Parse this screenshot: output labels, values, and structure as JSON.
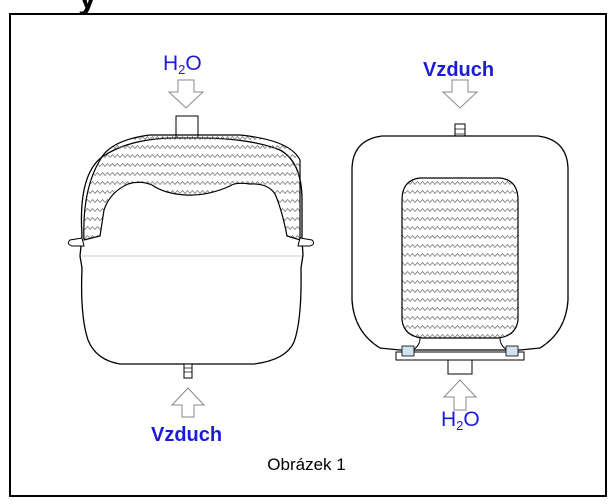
{
  "header_fragment": "y",
  "left_vessel": {
    "top_label": {
      "main": "H",
      "sub": "2",
      "tail": "O"
    },
    "bottom_label": "Vzduch"
  },
  "right_vessel": {
    "top_label": "Vzduch",
    "bottom_label": {
      "main": "H",
      "sub": "2",
      "tail": "O"
    }
  },
  "caption": "Obrázek 1",
  "colors": {
    "label_blue": "#1c1cd6",
    "line": "#000000",
    "frame": "#000000"
  }
}
